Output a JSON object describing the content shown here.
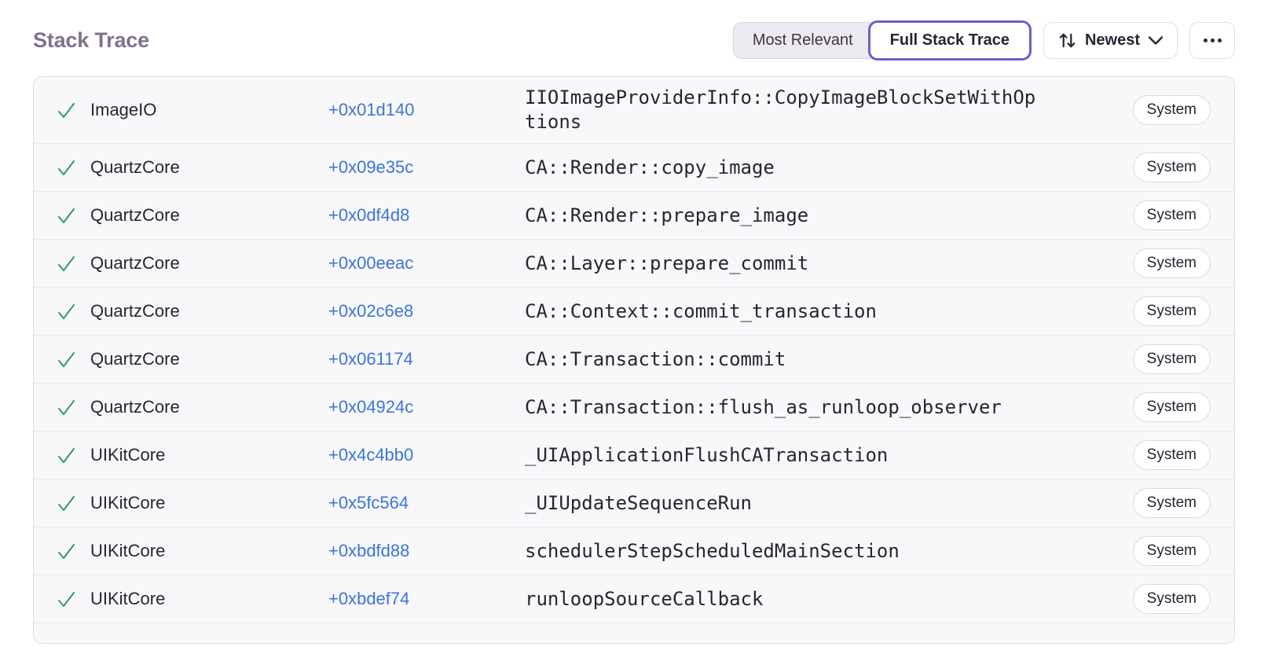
{
  "header": {
    "title": "Stack Trace"
  },
  "controls": {
    "view_toggle": {
      "options": [
        "Most Relevant",
        "Full Stack Trace"
      ],
      "selected": "Full Stack Trace"
    },
    "sort": {
      "label": "Newest",
      "icon": "sort-arrows-icon"
    },
    "more": {
      "icon": "ellipsis-icon"
    }
  },
  "colors": {
    "accent_purple": "#6C5FC7",
    "link_blue": "#3C74DB",
    "check_green": "#2F9E68",
    "title_gray": "#80708F",
    "text_dark": "#2B2233",
    "row_background": "#F8F8FA",
    "row_separator": "#E9E7ED"
  },
  "table": {
    "rows": [
      {
        "module": "ImageIO",
        "address": "+0x01d140",
        "function": "IIOImageProviderInfo::CopyImageBlockSetWithOptions",
        "badge": "System"
      },
      {
        "module": "QuartzCore",
        "address": "+0x09e35c",
        "function": "CA::Render::copy_image",
        "badge": "System"
      },
      {
        "module": "QuartzCore",
        "address": "+0x0df4d8",
        "function": "CA::Render::prepare_image",
        "badge": "System"
      },
      {
        "module": "QuartzCore",
        "address": "+0x00eeac",
        "function": "CA::Layer::prepare_commit",
        "badge": "System"
      },
      {
        "module": "QuartzCore",
        "address": "+0x02c6e8",
        "function": "CA::Context::commit_transaction",
        "badge": "System"
      },
      {
        "module": "QuartzCore",
        "address": "+0x061174",
        "function": "CA::Transaction::commit",
        "badge": "System"
      },
      {
        "module": "QuartzCore",
        "address": "+0x04924c",
        "function": "CA::Transaction::flush_as_runloop_observer",
        "badge": "System"
      },
      {
        "module": "UIKitCore",
        "address": "+0x4c4bb0",
        "function": "_UIApplicationFlushCATransaction",
        "badge": "System"
      },
      {
        "module": "UIKitCore",
        "address": "+0x5fc564",
        "function": "_UIUpdateSequenceRun",
        "badge": "System"
      },
      {
        "module": "UIKitCore",
        "address": "+0xbdfd88",
        "function": "schedulerStepScheduledMainSection",
        "badge": "System"
      },
      {
        "module": "UIKitCore",
        "address": "+0xbdef74",
        "function": "runloopSourceCallback",
        "badge": "System"
      }
    ]
  }
}
